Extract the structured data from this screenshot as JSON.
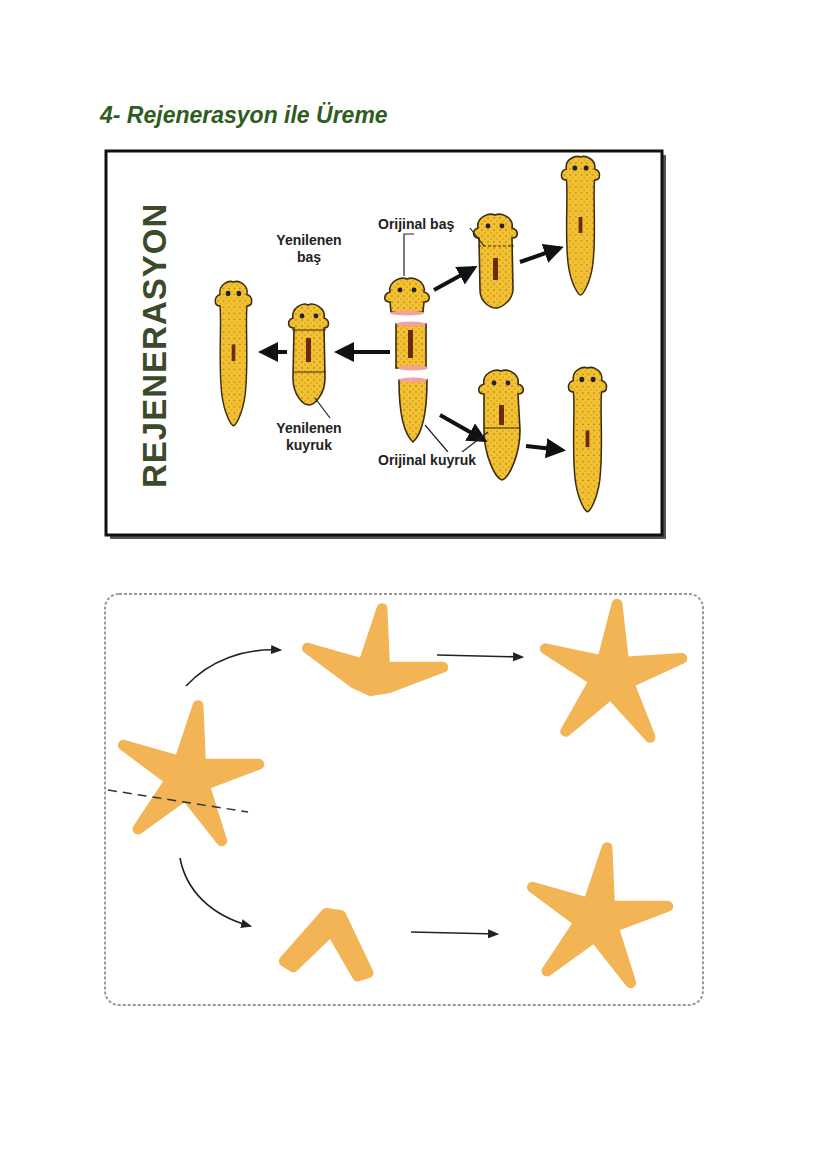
{
  "diagram": {
    "title": "4- Rejenerasyon ile Üreme",
    "labels": [
      "REJENERASYON",
      "Orijinal baş",
      "Yenilenen baş",
      "Yenilenen kuyruk",
      "Orijinal kuyruk"
    ]
  }
}
